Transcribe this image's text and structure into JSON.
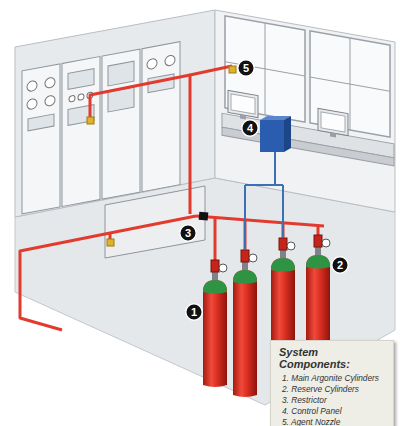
{
  "diagram": {
    "nodes": [
      {
        "text": [
          "5"
        ]
      },
      {
        "text": [
          "4"
        ]
      },
      {
        "text": [
          "3"
        ]
      },
      {
        "text": [
          "2"
        ]
      },
      {
        "text": [
          "1"
        ]
      },
      {
        "text": [
          "System Components:",
          "1. Main Argonite Cylinders",
          "2. Reserve Cylinders",
          "3. Restrictor",
          "4. Control Panel",
          "5. Agent Nozzle"
        ]
      }
    ]
  }
}
